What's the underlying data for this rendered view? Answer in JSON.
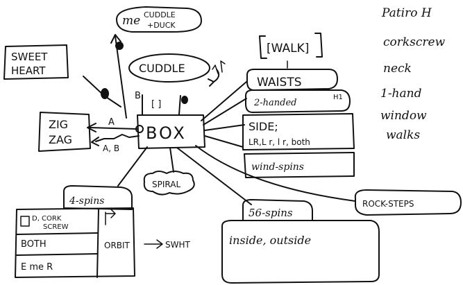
{
  "diagram": {
    "center": "BOX",
    "nodes": {
      "me_cuddle_duck": [
        "me",
        "CUDDLE",
        "+DUCK"
      ],
      "sweetheart": [
        "SWEET",
        "HEART"
      ],
      "cuddle": "CUDDLE",
      "walk": "[WALK]",
      "waists": "WAISTS",
      "two_handed": "2-handed",
      "two_handed_mark": "H1",
      "side": [
        "SIDE;",
        "LR,L r, l r, both"
      ],
      "wind_spins": "wind-spins",
      "zig_zag": [
        "ZIG",
        "ZAG"
      ],
      "spiral": "SPIRAL",
      "four_spins": "4-spins",
      "four_spins_cells": {
        "top_left": [
          "D, CORK",
          "SCREW"
        ],
        "both": "BOTH",
        "bottom_left": "E me R",
        "orbit": "ORBIT",
        "orbit_target": "SWHT"
      },
      "five_six_spins": "56-spins",
      "inside_outside": "inside, outside",
      "rock_steps": "ROCK-STEPS"
    },
    "edge_labels": {
      "a_top": "A",
      "ab_bottom": "A, B",
      "b_above": "B",
      "bracket": "[ ]"
    },
    "side_notes": [
      "Patiro H",
      "corkscrew",
      "neck",
      "1-hand",
      "window",
      "walks"
    ]
  }
}
